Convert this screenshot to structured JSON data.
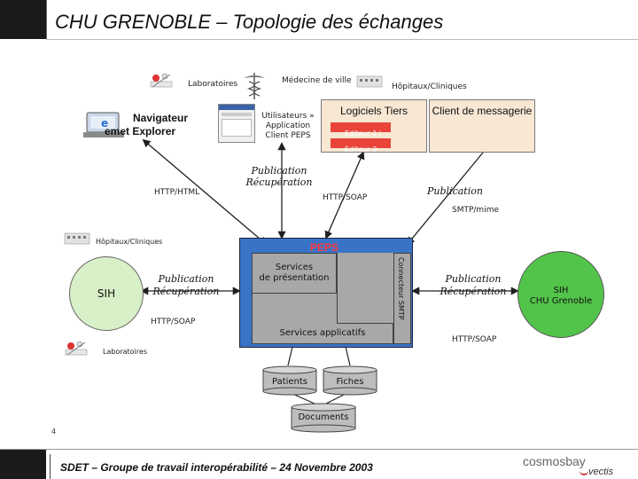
{
  "header": {
    "title": "CHU GRENOBLE – Topologie des échanges"
  },
  "footer": {
    "page_number": "4",
    "text": "SDET – Groupe de travail interopérabilité – 24 Novembre 2003",
    "brand_main": "cosmosbay",
    "brand_sub": "vectis"
  },
  "top": {
    "laboratoires": "Laboratoires",
    "medecine_de_ville": "Médecine de ville",
    "hopitaux_cliniques": "Hôpitaux/Cliniques",
    "navigateur_line1": "Navigateur",
    "navigateur_line2": "emet Explorer",
    "utilisateurs_line1": "Utilisateurs »",
    "utilisateurs_line2": "Application",
    "utilisateurs_line3": "Client PEPS",
    "logiciels_tiers": "Logiciels Tiers",
    "editeur1": "Editeur 1 i",
    "editeur2": "Editeur 2",
    "client_messagerie": "Client de messagerie"
  },
  "labels": {
    "http_html": "HTTP/HTML",
    "publication_recuperation_top_line1": "Publication",
    "publication_recuperation_top_line2": "Récupération",
    "http_soap_top": "HTTP/SOAP",
    "publication_right": "Publication",
    "smtp_mime": "SMTP/mime",
    "hopitaux_cliniques_left": "Hôpitaux/Cliniques",
    "left_pub_line1": "Publication",
    "left_pub_line2": "Récupération",
    "http_soap_left": "HTTP/SOAP",
    "laboratoires_left": "Laboratoires",
    "right_pub_line1": "Publication",
    "right_pub_line2": "Récupération",
    "http_soap_right": "HTTP/SOAP"
  },
  "peps": {
    "title": "PEPS",
    "services_presentation_line1": "Services",
    "services_presentation_line2": "de présentation",
    "connecteur_smtp": "Connecteur SMTP",
    "services_applicatifs": "Services applicatifs",
    "patients": "Patients",
    "fiches": "Fiches",
    "documents": "Documents"
  },
  "sih_left": {
    "label": "SIH"
  },
  "sih_right": {
    "line1": "SIH",
    "line2": "CHU Grenoble"
  },
  "colors": {
    "peps_blue": "#3973c6",
    "peps_grey": "#a8a8a8",
    "tiers_beige": "#f7e7d3",
    "sih_left_green": "#d8f0c8",
    "sih_right_green": "#52c44a",
    "editeur_red": "#e8443a",
    "arrow": "#202020"
  }
}
